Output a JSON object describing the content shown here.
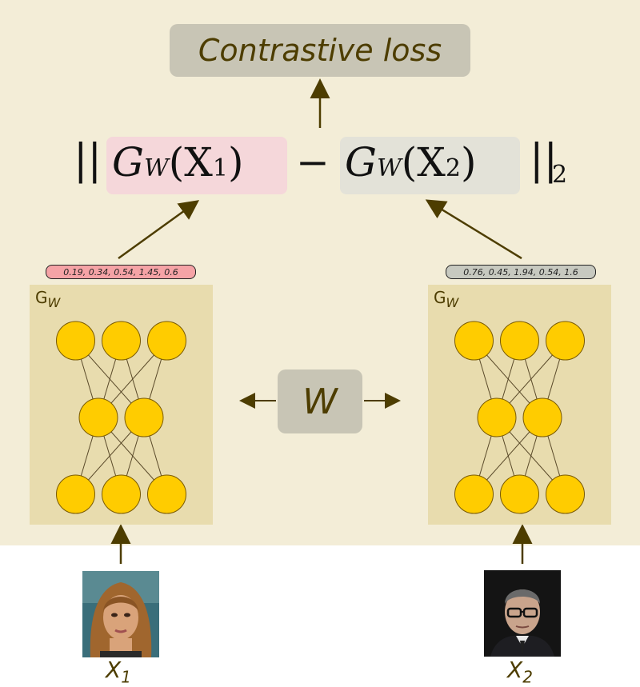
{
  "loss_label": "Contrastive loss",
  "equation": {
    "norm_open": "||",
    "term1_G": "G",
    "term1_sub": "W",
    "term1_arg_open": "(X",
    "term1_arg_sub": "1",
    "term1_arg_close": ")",
    "minus": "−",
    "term2_G": "G",
    "term2_sub": "W",
    "term2_arg_open": "(X",
    "term2_arg_sub": "2",
    "term2_arg_close": ")",
    "norm_close": "||",
    "norm_sub": "2"
  },
  "embeddings": {
    "left": "0.19, 0.34, 0.54, 1.45, 0.6",
    "right": "0.76, 0.45, 1.94, 0.54, 1.6"
  },
  "networks": {
    "left": {
      "label": "G",
      "label_sub": "W",
      "layers": [
        3,
        2,
        3
      ]
    },
    "right": {
      "label": "G",
      "label_sub": "W",
      "layers": [
        3,
        2,
        3
      ]
    }
  },
  "shared_weights_label": "W",
  "inputs": {
    "left": {
      "label": "X",
      "sub": "1"
    },
    "right": {
      "label": "X",
      "sub": "2"
    }
  },
  "colors": {
    "background": "#f3edd7",
    "accent_text": "#4d3d00",
    "node_fill": "#ffcc00",
    "panel": "#e8dcae",
    "box": "#c8c5b5",
    "pink_highlight": "#f5d7da",
    "grey_highlight": "#e3e2d8"
  }
}
